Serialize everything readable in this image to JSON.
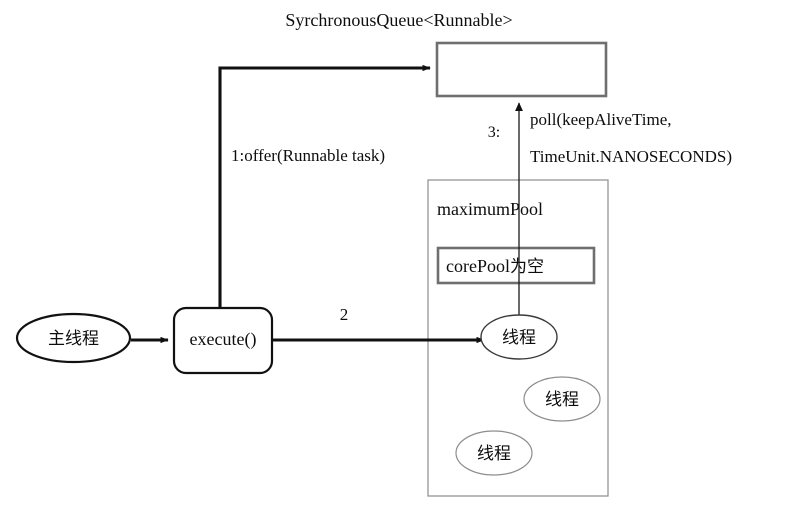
{
  "diagram": {
    "title": "SyrchronousQueue<Runnable>",
    "background_color": "#ffffff",
    "nodes": {
      "queue_box": {
        "label": "",
        "kind": "rectangle",
        "border_color": "#6f6f6f"
      },
      "main_thread": {
        "label": "主线程",
        "kind": "ellipse",
        "border_color": "#111111"
      },
      "execute": {
        "label": "execute()",
        "kind": "rounded-rectangle",
        "border_color": "#111111"
      },
      "maximum_pool": {
        "label": "maximumPool",
        "kind": "rectangle",
        "border_color": "#8d8d8d"
      },
      "core_pool": {
        "label_latin": "corePool",
        "label_cjk": "为空",
        "kind": "rectangle",
        "border_color": "#6f6f6f"
      },
      "thread_1": {
        "label": "线程",
        "kind": "ellipse",
        "border_color": "#3a3a3a"
      },
      "thread_2": {
        "label": "线程",
        "kind": "ellipse",
        "border_color": "#8d8d8d"
      },
      "thread_3": {
        "label": "线程",
        "kind": "ellipse",
        "border_color": "#8d8d8d"
      }
    },
    "edges": {
      "offer": {
        "label": "1:offer(Runnable task)",
        "from": "execute",
        "to": "queue_box"
      },
      "submit": {
        "label": "2",
        "from": "execute",
        "to": "thread_1"
      },
      "poll": {
        "index_label": "3:",
        "label_line1": "poll(keepAliveTime,",
        "label_line2": "TimeUnit.NANOSECONDS)",
        "from": "thread_1",
        "to": "queue_box"
      },
      "start": {
        "label": "",
        "from": "main_thread",
        "to": "execute"
      }
    }
  }
}
